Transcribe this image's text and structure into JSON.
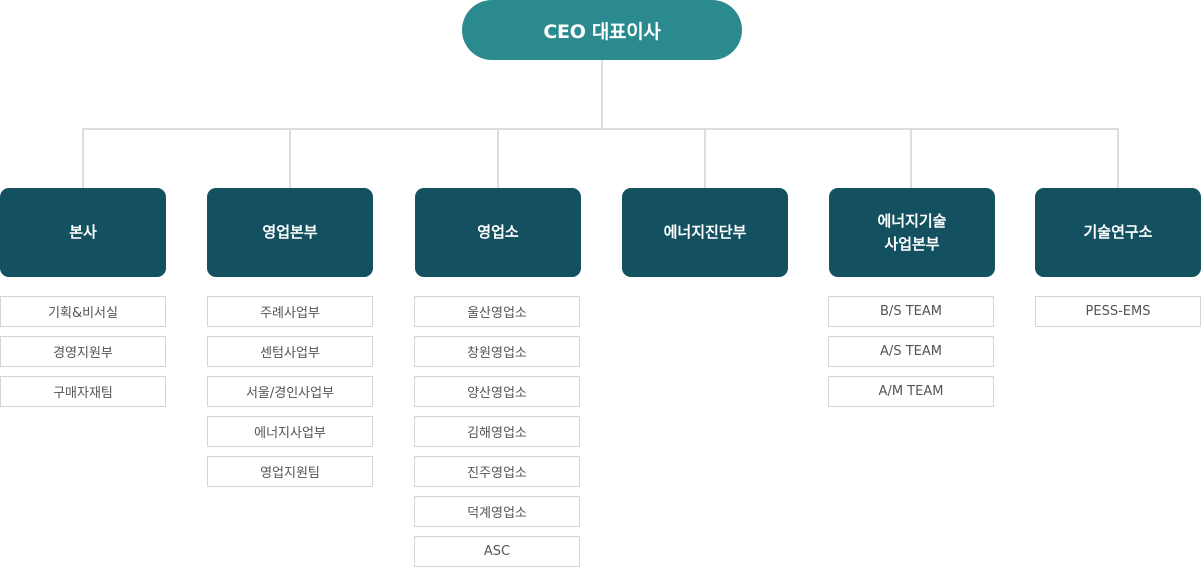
{
  "ceo": {
    "label": "CEO 대표이사"
  },
  "departments": [
    {
      "label": "본사",
      "subunits": [
        "기획&비서실",
        "경영지원부",
        "구매자재팀"
      ]
    },
    {
      "label": "영업본부",
      "subunits": [
        "주례사업부",
        "센텀사업부",
        "서울/경인사업부",
        "에너지사업부",
        "영업지원팀"
      ]
    },
    {
      "label": "영업소",
      "subunits": [
        "울산영업소",
        "창원영업소",
        "양산영업소",
        "김해영업소",
        "진주영업소",
        "덕계영업소",
        "ASC"
      ]
    },
    {
      "label": "에너지진단부",
      "subunits": []
    },
    {
      "label": "에너지기술\n사업본부",
      "subunits": [
        "B/S TEAM",
        "A/S TEAM",
        "A/M TEAM"
      ]
    },
    {
      "label": "기술연구소",
      "subunits": [
        "PESS-EMS"
      ]
    }
  ],
  "colors": {
    "ceo": "#2b8a8e",
    "department": "#135060",
    "connector": "#dcdcdc"
  }
}
